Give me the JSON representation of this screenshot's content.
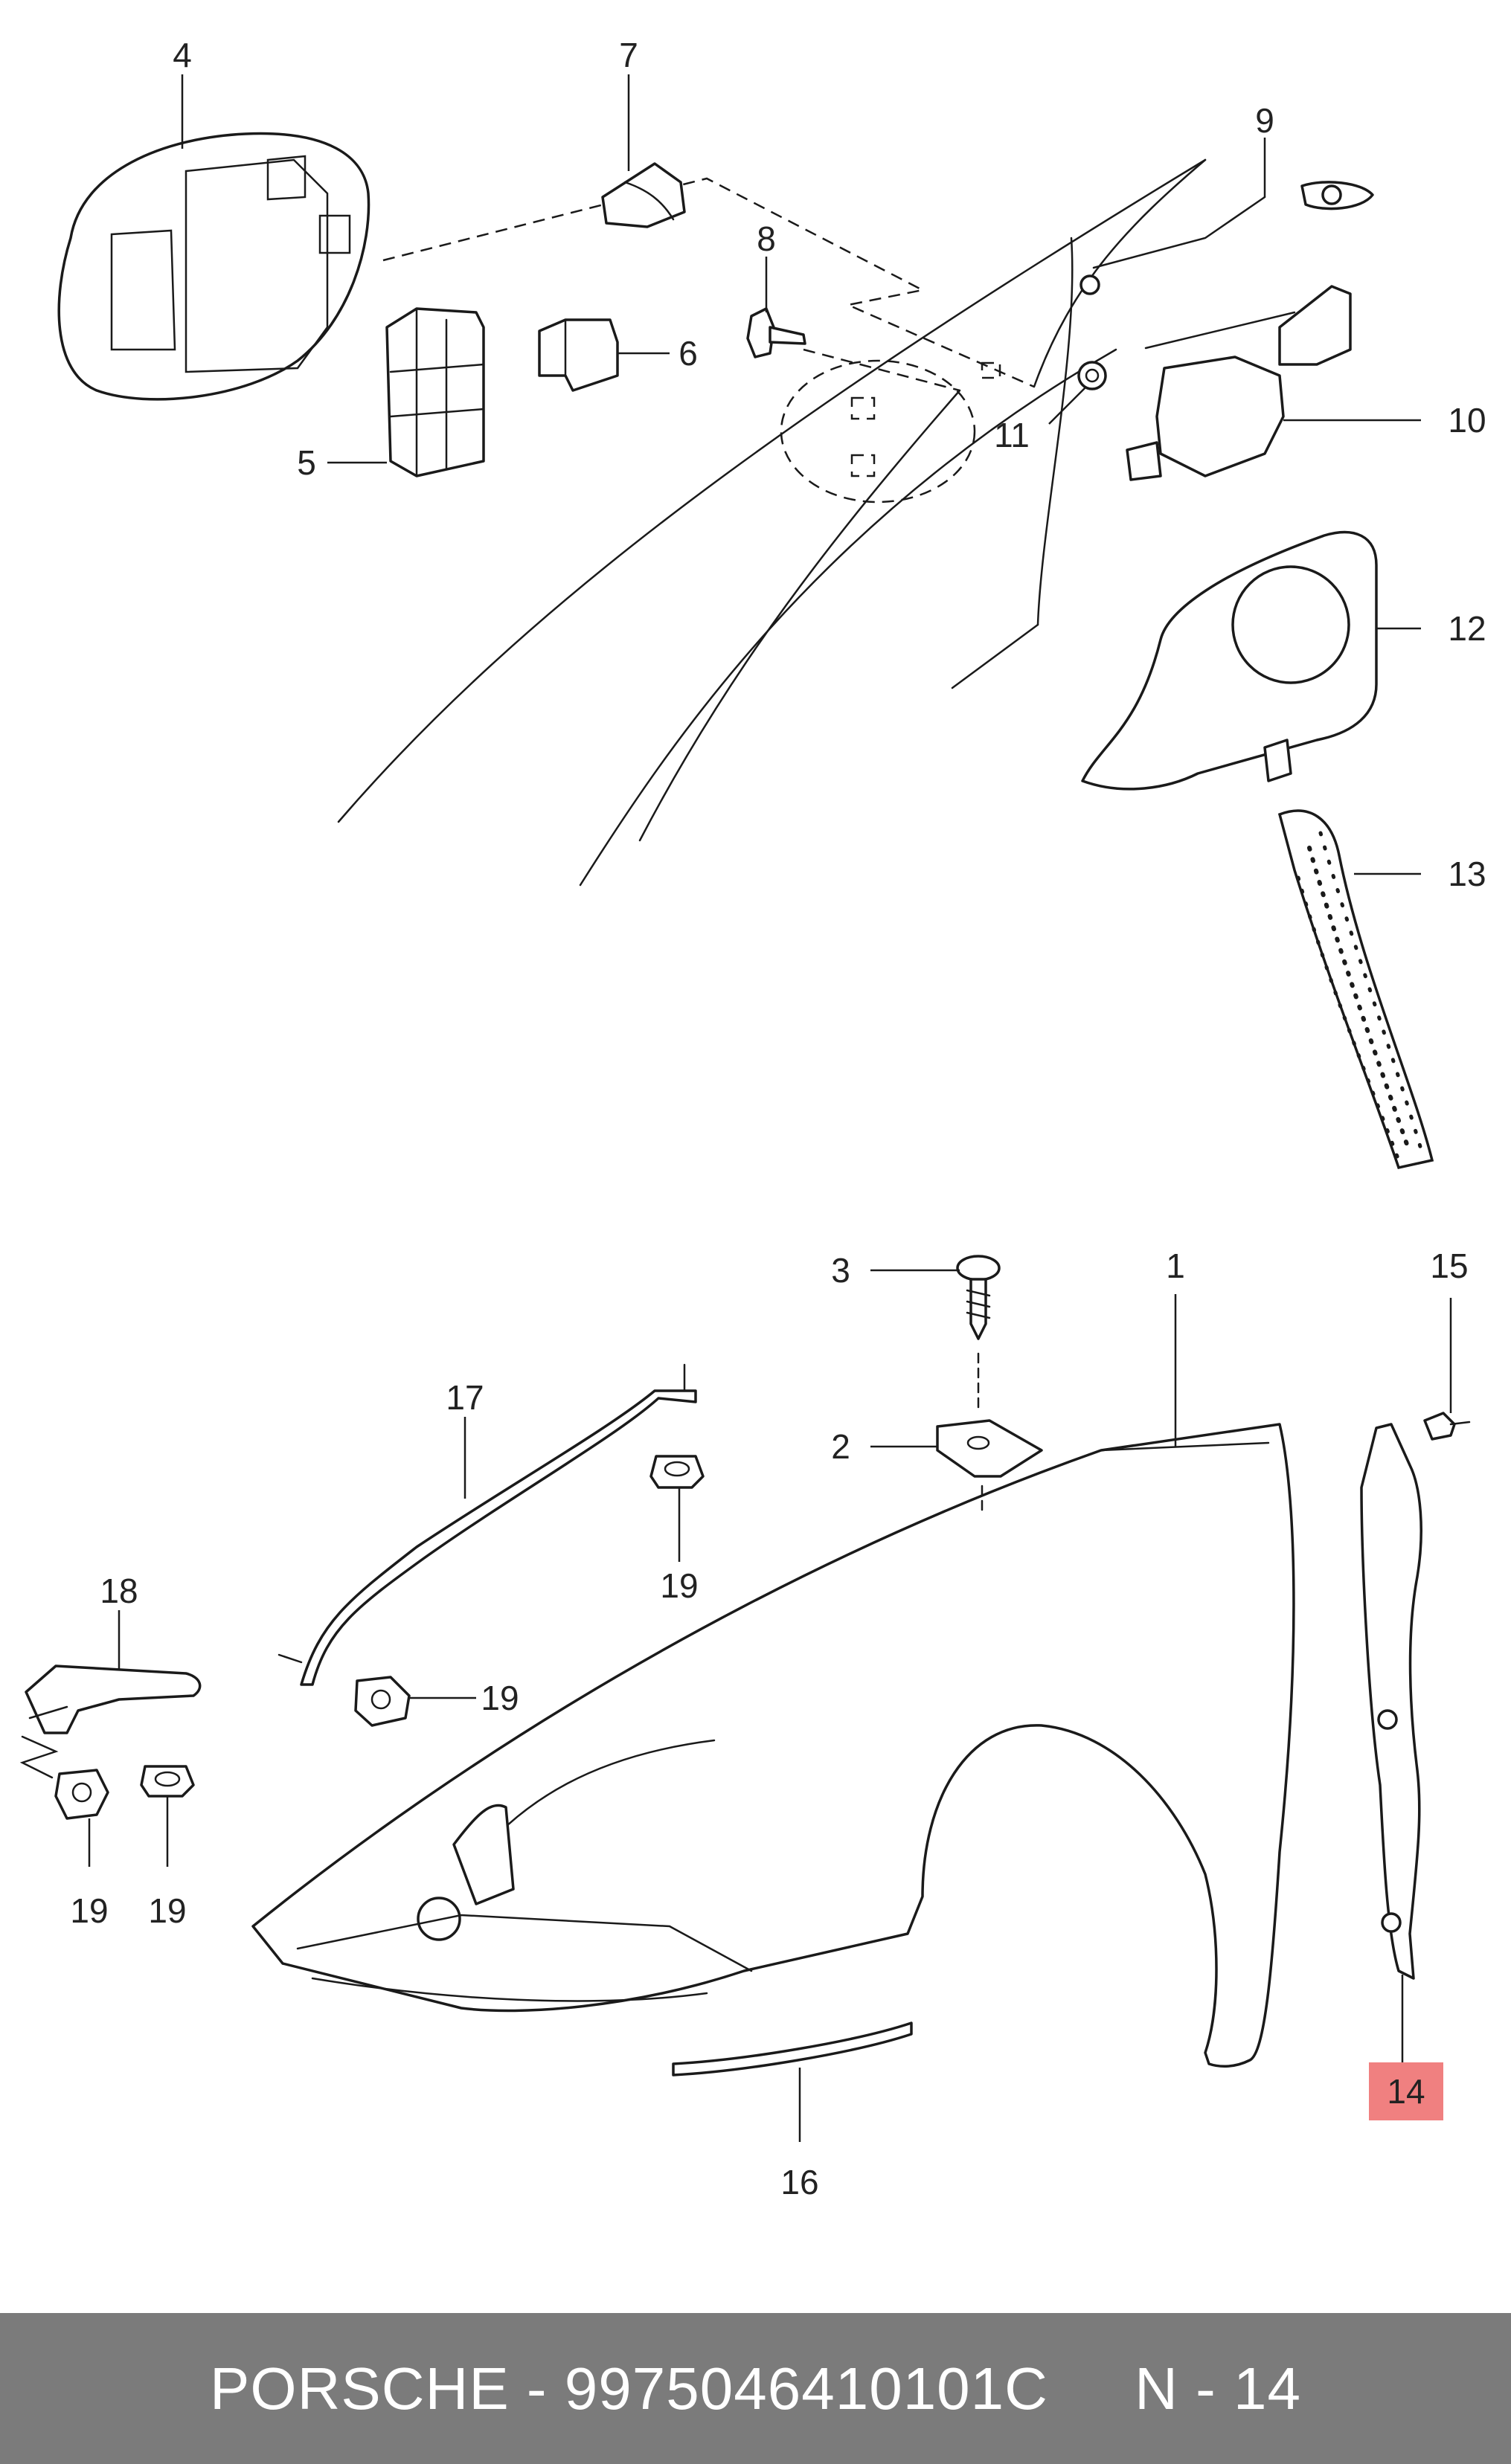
{
  "callouts": {
    "c1": "1",
    "c2": "2",
    "c3": "3",
    "c4": "4",
    "c5": "5",
    "c6": "6",
    "c7": "7",
    "c8": "8",
    "c9": "9",
    "c10": "10",
    "c11": "11",
    "c12": "12",
    "c13": "13",
    "c14": "14",
    "c15": "15",
    "c16": "16",
    "c17": "17",
    "c18": "18",
    "c19a": "19",
    "c19b": "19",
    "c19c": "19",
    "c19d": "19"
  },
  "highlight": {
    "part": "14",
    "color": "#f08080"
  },
  "footer": {
    "brand": "PORSCHE",
    "separator": " - ",
    "part_number": "9975046410101C",
    "position": "N - 14"
  }
}
